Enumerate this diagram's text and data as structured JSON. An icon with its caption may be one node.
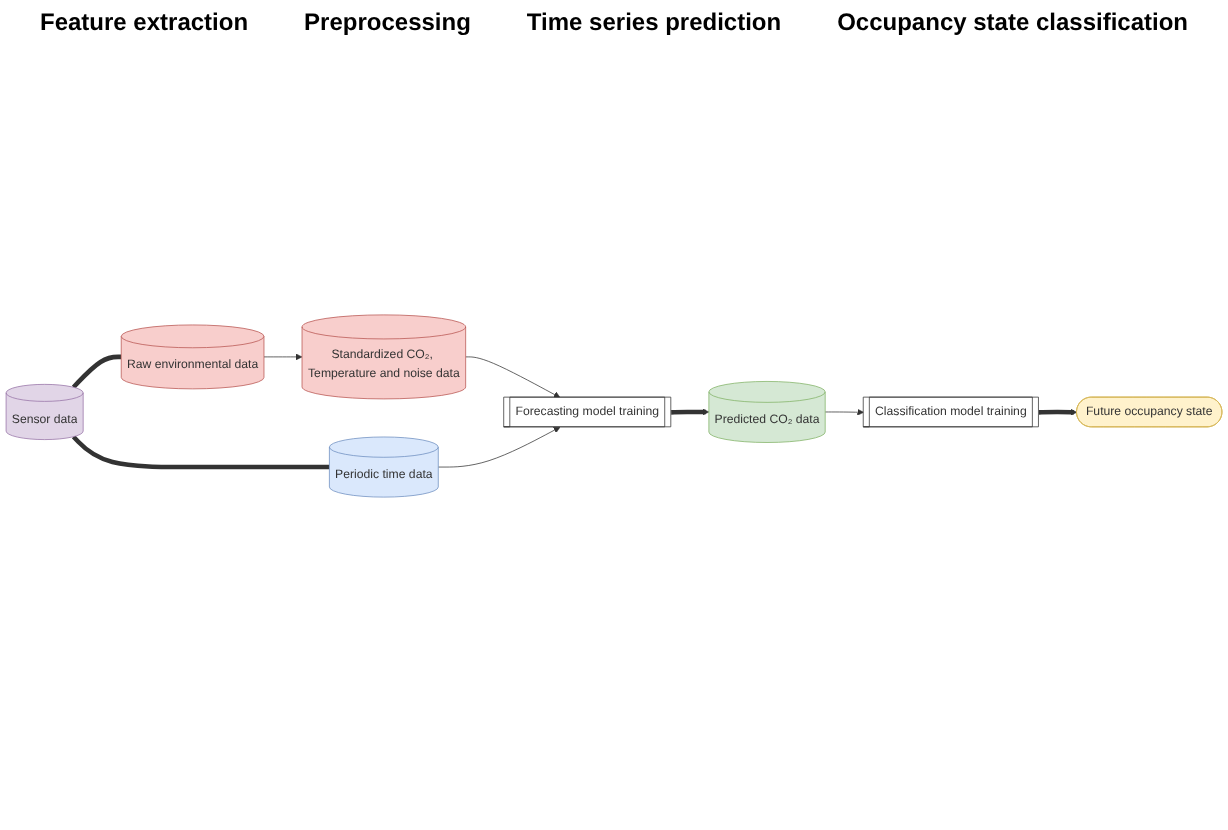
{
  "diagram": {
    "nodes": [
      {
        "text": [
          "Sensor data"
        ]
      },
      {
        "text": [
          "Raw environmental data"
        ]
      },
      {
        "text": [
          "Periodic time data"
        ]
      },
      {
        "text": [
          "Standardized CO₂, Temperature and noise data"
        ]
      },
      {
        "text": [
          "Forecasting model training"
        ]
      },
      {
        "text": [
          "Predicted CO₂ data"
        ]
      },
      {
        "text": [
          "Classification model training"
        ]
      },
      {
        "text": [
          "Future occupancy state"
        ]
      }
    ],
    "edges": [
      {
        "from": 0,
        "to": 1,
        "arrow": "none",
        "style": "thick"
      },
      {
        "from": 0,
        "to": 2,
        "arrow": "none",
        "style": "thick"
      },
      {
        "from": 1,
        "to": 3,
        "arrow": "to"
      },
      {
        "from": 3,
        "to": 4,
        "arrow": "to"
      },
      {
        "from": 2,
        "to": 4,
        "arrow": "to"
      },
      {
        "from": 4,
        "to": 5,
        "arrow": "to",
        "style": "thick"
      },
      {
        "from": 5,
        "to": 6,
        "arrow": "to"
      },
      {
        "from": 6,
        "to": 7,
        "arrow": "to",
        "style": "thick"
      }
    ],
    "labels": [
      "Feature extraction",
      "Preprocessing",
      "Time series prediction",
      "Occupancy state classification"
    ]
  }
}
